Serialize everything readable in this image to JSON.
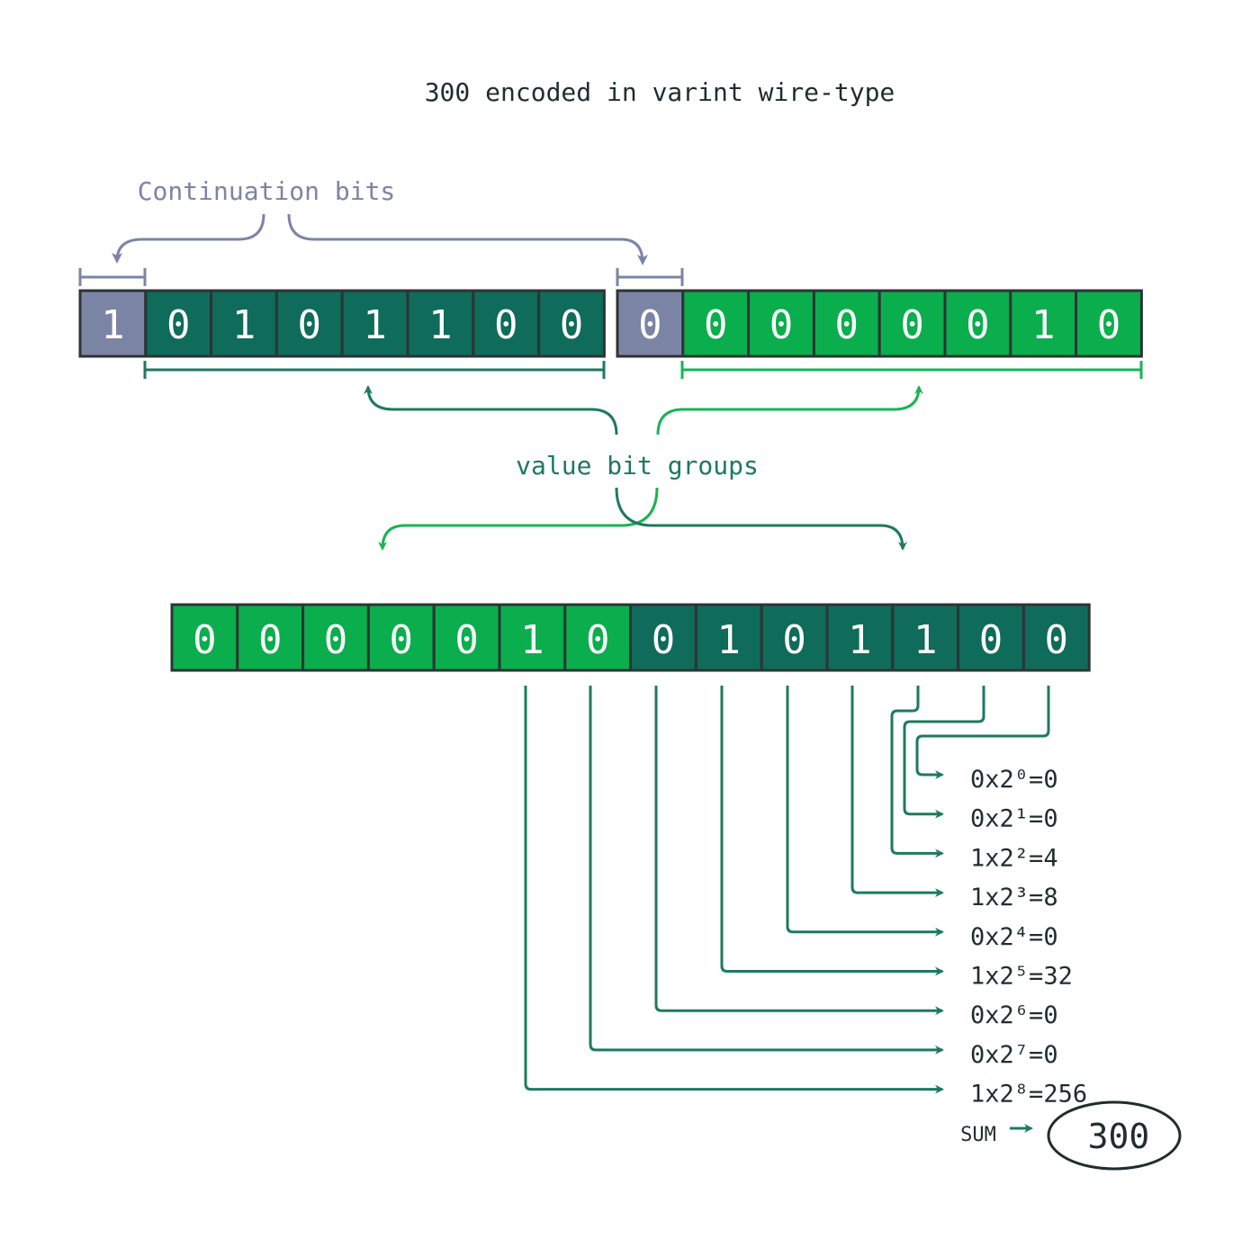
{
  "title": "300 encoded in varint wire-type",
  "continuation_label": "Continuation bits",
  "value_groups_label": "value bit groups",
  "byte1": {
    "continuation_bit": "1",
    "value_bits": [
      "0",
      "1",
      "0",
      "1",
      "1",
      "0",
      "0"
    ]
  },
  "byte2": {
    "continuation_bit": "0",
    "value_bits": [
      "0",
      "0",
      "0",
      "0",
      "0",
      "1",
      "0"
    ]
  },
  "combined_bits": [
    "0",
    "0",
    "0",
    "0",
    "0",
    "1",
    "0",
    "0",
    "1",
    "0",
    "1",
    "1",
    "0",
    "0"
  ],
  "terms": [
    {
      "bit": "0",
      "exp": "⁰",
      "result": "0"
    },
    {
      "bit": "0",
      "exp": "¹",
      "result": "0"
    },
    {
      "bit": "1",
      "exp": "²",
      "result": "4"
    },
    {
      "bit": "1",
      "exp": "³",
      "result": "8"
    },
    {
      "bit": "0",
      "exp": "⁴",
      "result": "0"
    },
    {
      "bit": "1",
      "exp": "⁵",
      "result": "32"
    },
    {
      "bit": "0",
      "exp": "⁶",
      "result": "0"
    },
    {
      "bit": "0",
      "exp": "⁷",
      "result": "0"
    },
    {
      "bit": "1",
      "exp": "⁸",
      "result": "256"
    }
  ],
  "sum_label": "SUM",
  "sum_value": "300",
  "colors": {
    "continuation": "#7c84a6",
    "dark_green": "#0f6b5a",
    "bright_green": "#0aae4c",
    "outline": "#2c3434",
    "arrow_dark": "#1d7a5e",
    "arrow_light": "#19b454"
  }
}
